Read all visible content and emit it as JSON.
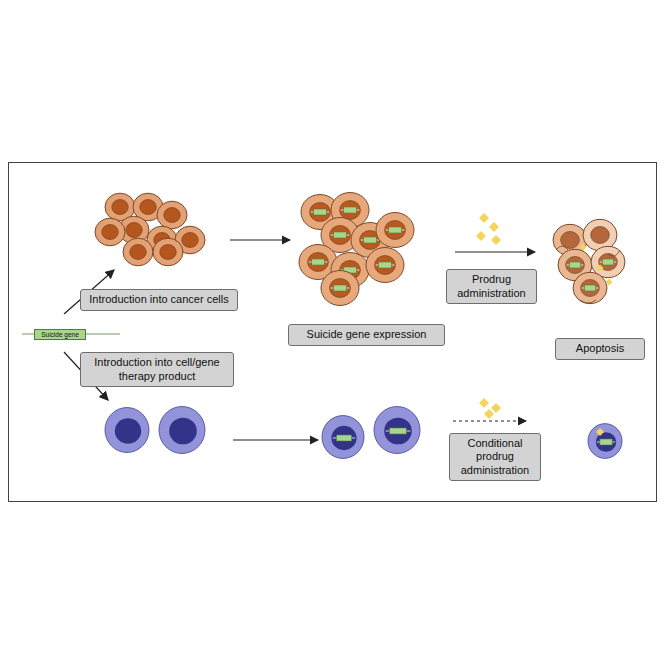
{
  "diagram": {
    "nodes": [
      {
        "text": [
          "Suicide gene"
        ]
      },
      {
        "text": [
          "Introduction into cancer cells"
        ]
      },
      {
        "text": [
          "Introduction into cell/gene therapy product"
        ]
      },
      {
        "text": [
          "Suicide gene expression"
        ]
      },
      {
        "text": [
          "Prodrug administration"
        ]
      },
      {
        "text": [
          "Apoptosis"
        ]
      },
      {
        "text": [
          "Conditional prodrug administration"
        ]
      }
    ]
  }
}
